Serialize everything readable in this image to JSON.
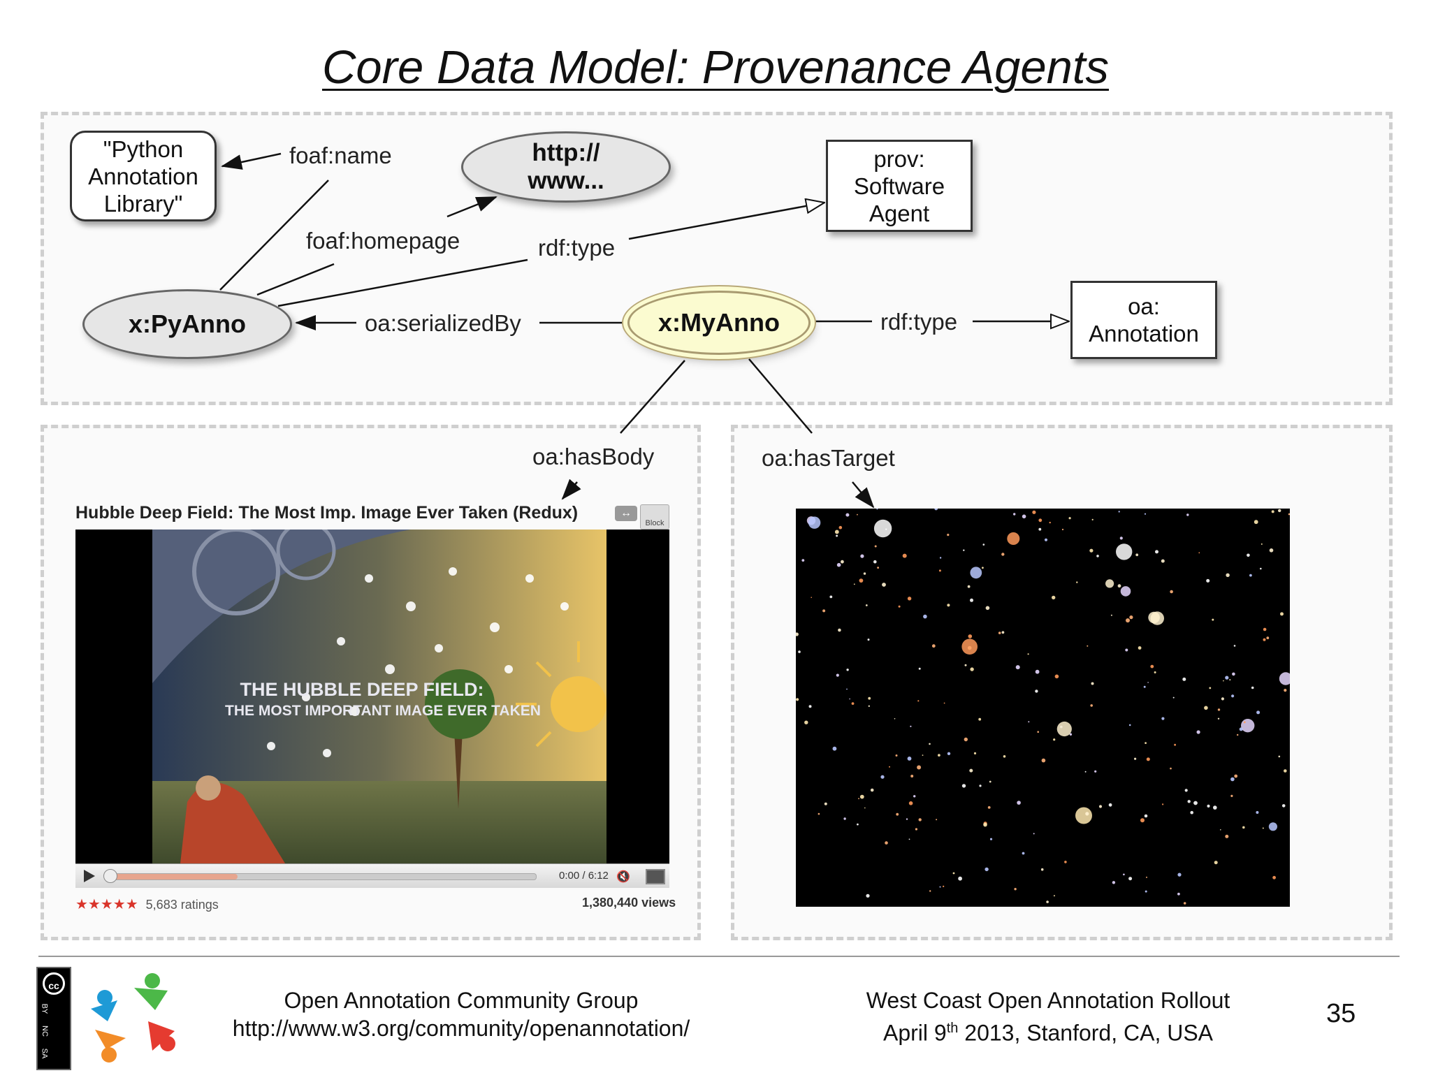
{
  "title": "Core Data Model: Provenance Agents",
  "nodes": {
    "library": "\"Python Annotation Library\"",
    "homepage": "http:// www...",
    "software_agent": "prov: Software Agent",
    "pyanno": "x:PyAnno",
    "myanno": "x:MyAnno",
    "annotation": "oa: Annotation"
  },
  "edges": {
    "foaf_name": "foaf:name",
    "foaf_homepage": "foaf:homepage",
    "rdf_type_1": "rdf:type",
    "serialized_by": "oa:serializedBy",
    "rdf_type_2": "rdf:type",
    "has_body": "oa:hasBody",
    "has_target": "oa:hasTarget"
  },
  "video": {
    "title": "Hubble Deep Field: The Most Imp. Image Ever Taken (Redux)",
    "overlay_line1": "THE HUBBLE DEEP FIELD:",
    "overlay_line2": "THE MOST IMPORTANT IMAGE EVER TAKEN",
    "time": "0:00 / 6:12",
    "ratings": "5,683 ratings",
    "views": "1,380,440 views",
    "block_label": "Block",
    "progress": 0.3
  },
  "footer": {
    "group_line1": "Open Annotation Community Group",
    "group_line2": "http://www.w3.org/community/openannotation/",
    "event_line1": "West Coast Open Annotation Rollout",
    "event_date_pre": "April 9",
    "event_date_sup": "th",
    "event_date_post": " 2013, Stanford, CA, USA",
    "page": "35"
  },
  "license": [
    "cc",
    "BY",
    "NC",
    "SA"
  ]
}
